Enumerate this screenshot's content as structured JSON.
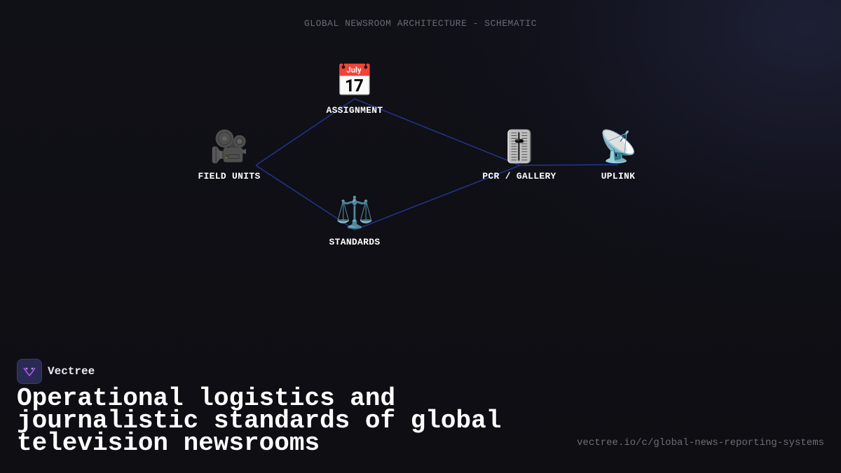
{
  "header": {
    "title": "GLOBAL NEWSROOM ARCHITECTURE - SCHEMATIC"
  },
  "diagram": {
    "nodes": [
      {
        "id": "assignment",
        "label": "ASSIGNMENT",
        "icon": "calendar-icon",
        "glyph": "📅"
      },
      {
        "id": "field",
        "label": "FIELD UNITS",
        "icon": "movie-camera-icon",
        "glyph": "🎥"
      },
      {
        "id": "standards",
        "label": "STANDARDS",
        "icon": "scales-icon",
        "glyph": "⚖️"
      },
      {
        "id": "pcr",
        "label": "PCR / GALLERY",
        "icon": "mixing-fader-icon",
        "glyph": "🎚️"
      },
      {
        "id": "uplink",
        "label": "UPLINK",
        "icon": "satellite-dish-icon",
        "glyph": "📡"
      }
    ],
    "edges": [
      [
        "field",
        "assignment"
      ],
      [
        "field",
        "standards"
      ],
      [
        "assignment",
        "pcr"
      ],
      [
        "standards",
        "pcr"
      ],
      [
        "pcr",
        "uplink"
      ]
    ],
    "edge_color": "#23338a"
  },
  "brand": {
    "name": "Vectree",
    "logo_icon": "vectree-logo-icon",
    "logo_color": "#a45cf0"
  },
  "headline": "Operational logistics and journalistic standards of global television newsrooms",
  "footer": {
    "url": "vectree.io/c/global-news-reporting-systems"
  }
}
